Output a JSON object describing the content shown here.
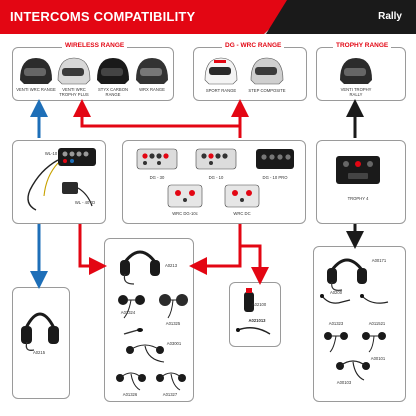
{
  "header": {
    "title": "INTERCOMS COMPATIBILITY",
    "category": "Rally"
  },
  "colors": {
    "red": "#e30613",
    "blue": "#1e6fb8",
    "black": "#1a1a1a"
  },
  "sections": {
    "wireless": "WIRELESS RANGE",
    "dg_wrc": "DG - WRC RANGE",
    "trophy": "TROPHY RANGE"
  },
  "helmets": {
    "h1": "VENTI WRC RANGE",
    "h2": "VENTI WRC TROPHY PLUS",
    "h3": "STYX CARBON RANGE",
    "h4": "WRX RANGE",
    "h5": "SPORT RANGE",
    "h6": "STEP COMPOSITE",
    "h7": "VENTI TROPHY RALLY"
  },
  "intercoms": {
    "wl1": "WL-10",
    "wl2": "WL - 40YD",
    "dg30": "DG - 30",
    "dg10": "DG - 10",
    "dg10pro": "DG - 10 PRO",
    "wrcdg": "WRC DG-10c",
    "wrcdc": "WRC DC",
    "trophy": "TROPHY 4"
  },
  "accessories": {
    "a1": "A0215",
    "a2": "A0213",
    "a3": "A01324",
    "a4": "A01325",
    "a5": "A03001",
    "a6": "A01326",
    "a7": "A01327",
    "a8": "A02100",
    "a9": "A021013",
    "a10": "A00171",
    "a11": "A0200",
    "a12": "A01323",
    "a13": "A011521",
    "a14": "A00101",
    "a15": "A00103"
  }
}
